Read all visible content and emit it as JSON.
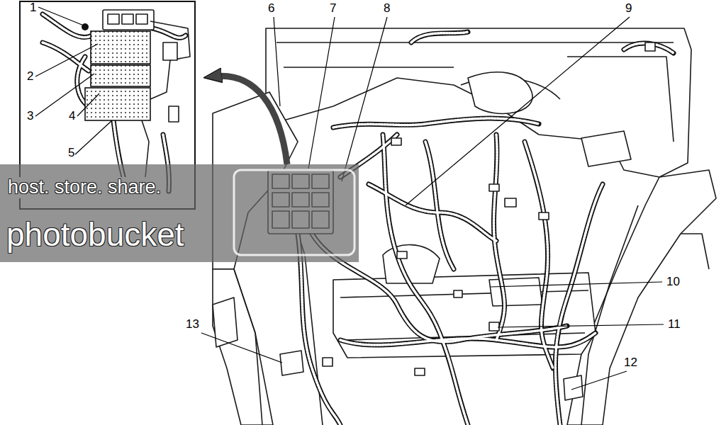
{
  "diagram": {
    "labels": [
      "1",
      "2",
      "3",
      "4",
      "5",
      "6",
      "7",
      "8",
      "9",
      "10",
      "11",
      "12",
      "13",
      "host. store. share.",
      "photobucket"
    ]
  }
}
